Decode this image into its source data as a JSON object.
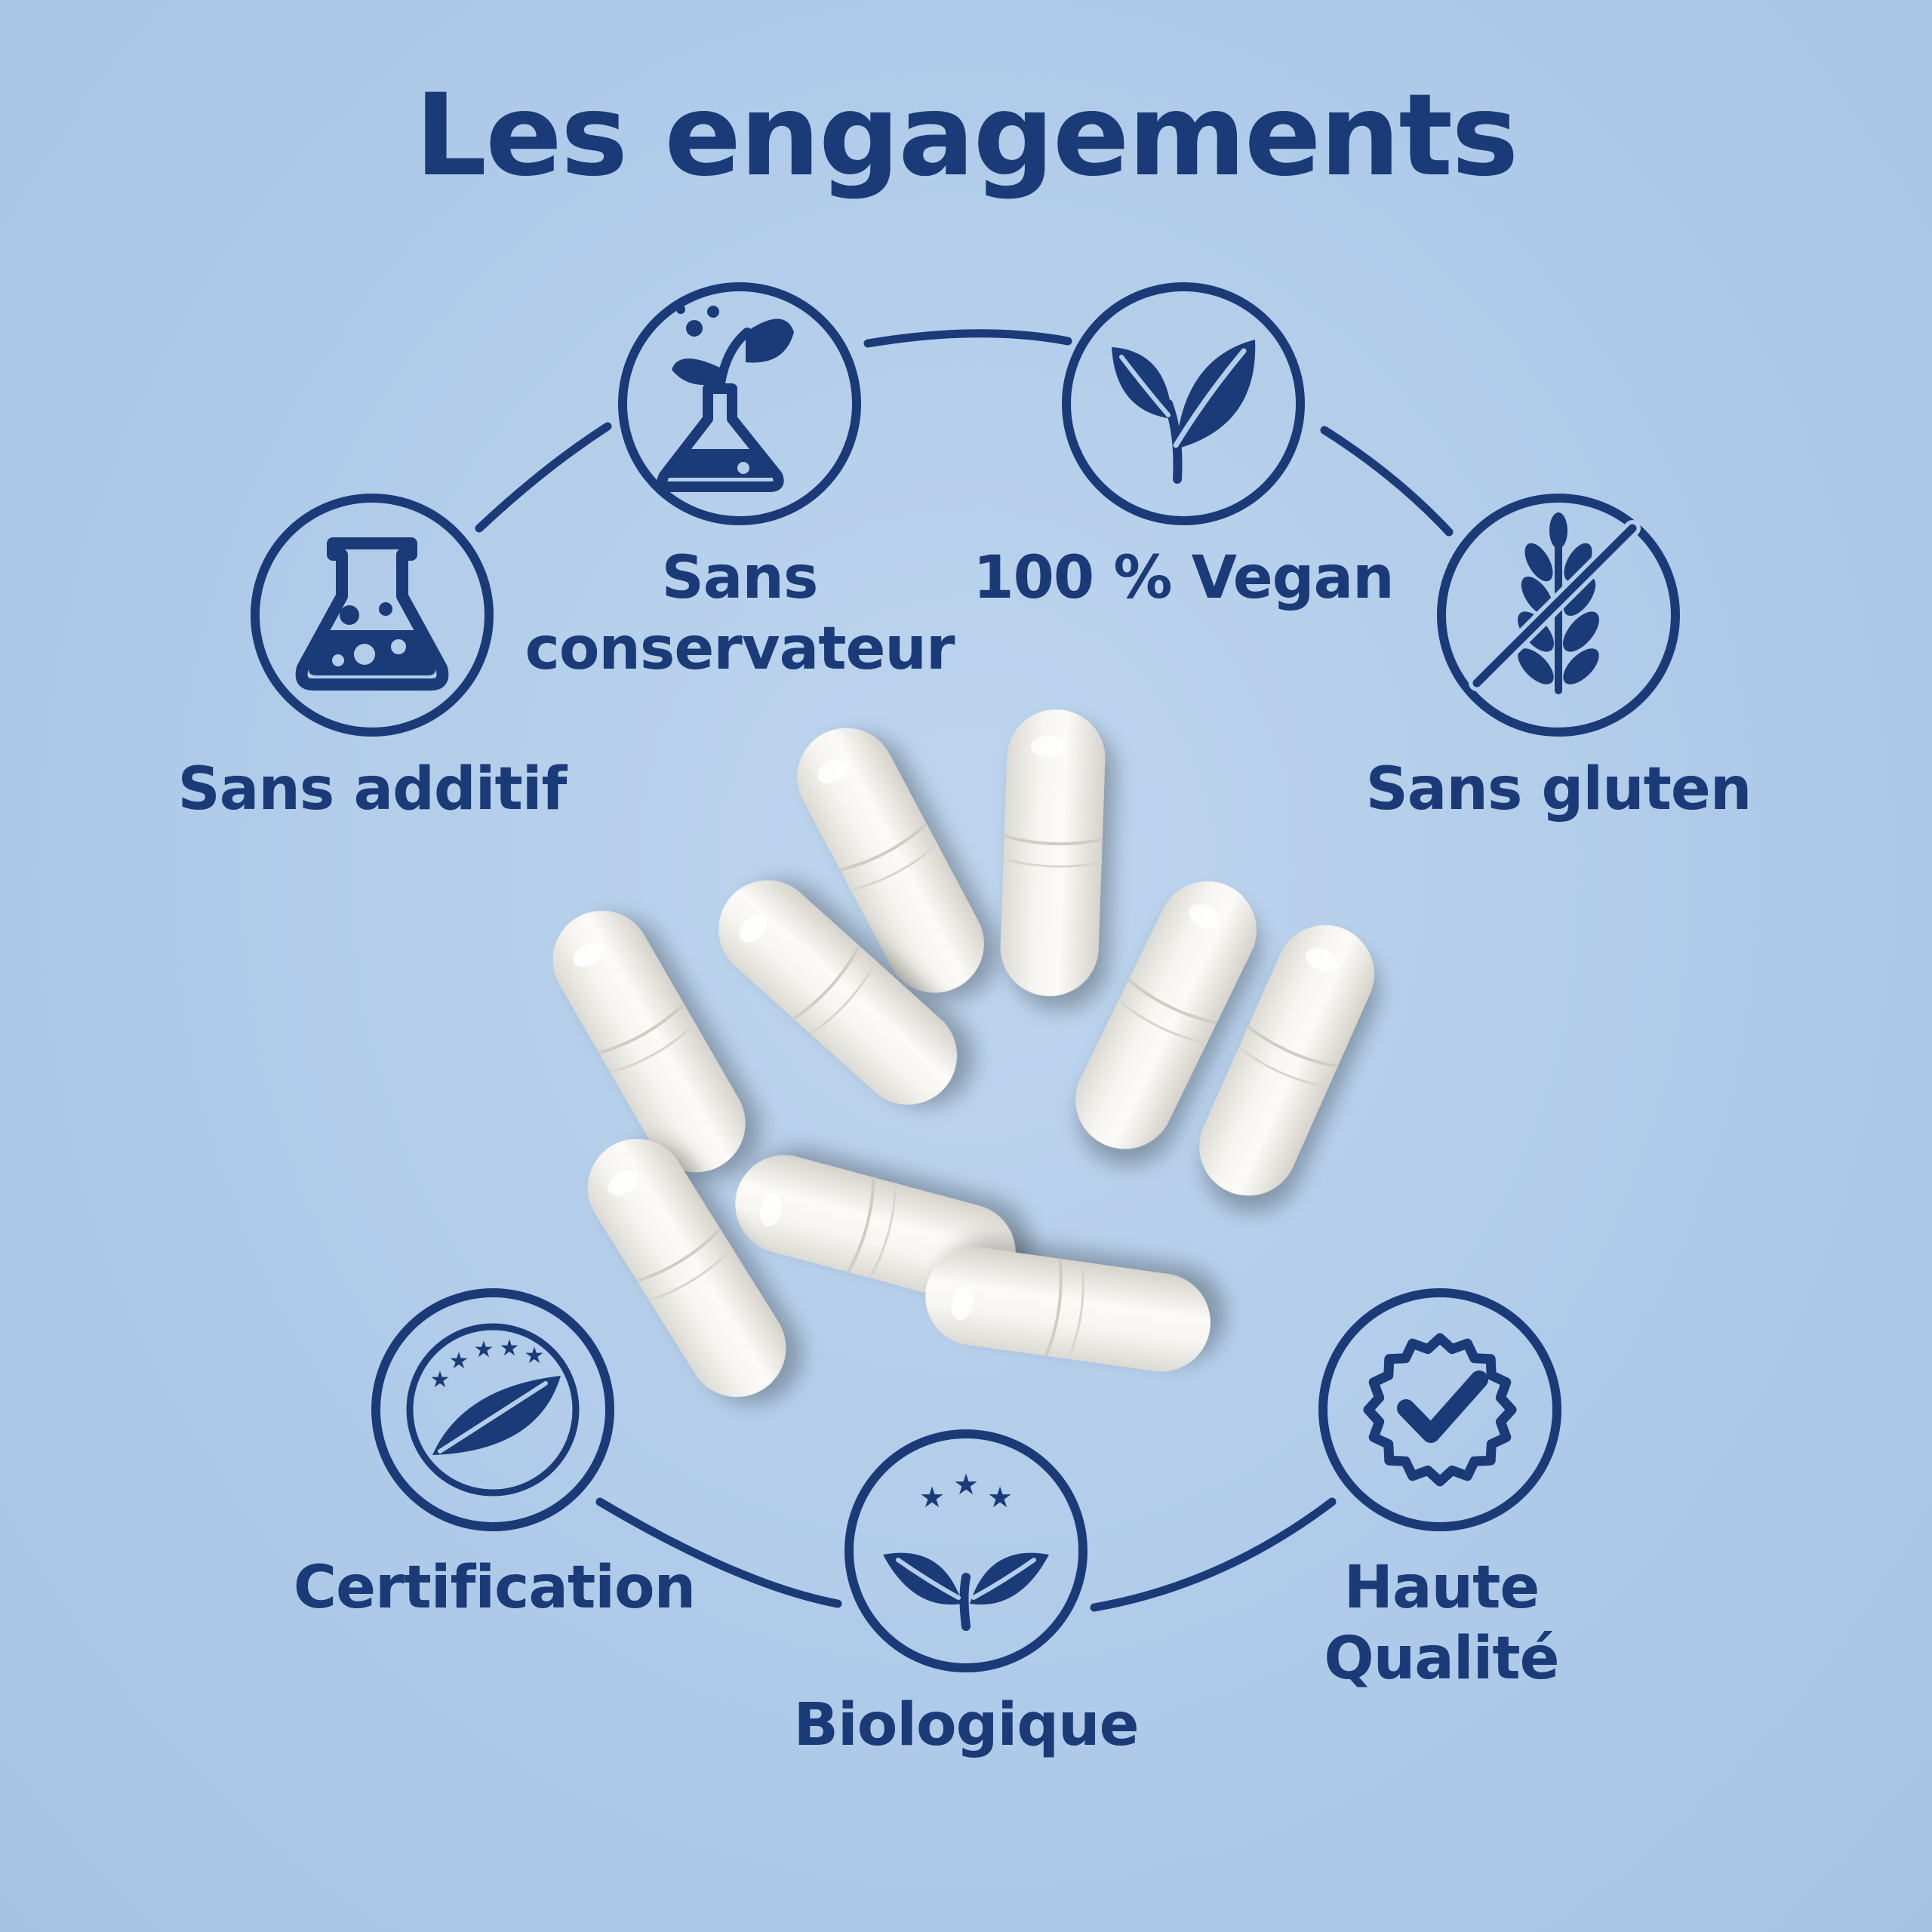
{
  "title": "Les engagements",
  "colors": {
    "navy": "#1b3a78",
    "background": "#b3cdea",
    "capsule": "#f1efe9"
  },
  "commitments": [
    {
      "id": "sans-additif",
      "icon": "flask-icon",
      "label": [
        "Sans additif"
      ]
    },
    {
      "id": "sans-conservateur",
      "icon": "flask-sprout-icon",
      "label": [
        "Sans",
        "conservateur"
      ]
    },
    {
      "id": "vegan",
      "icon": "leaves-icon",
      "label": [
        "100 % Vegan"
      ]
    },
    {
      "id": "sans-gluten",
      "icon": "crossed-wheat-icon",
      "label": [
        "Sans gluten"
      ]
    },
    {
      "id": "certification",
      "icon": "star-leaf-seal-icon",
      "label": [
        "Certification"
      ]
    },
    {
      "id": "biologique",
      "icon": "organic-leaves-stars-icon",
      "label": [
        "Biologique"
      ]
    },
    {
      "id": "haute-qualite",
      "icon": "check-badge-icon",
      "label": [
        "Haute",
        "Qualité"
      ]
    }
  ]
}
